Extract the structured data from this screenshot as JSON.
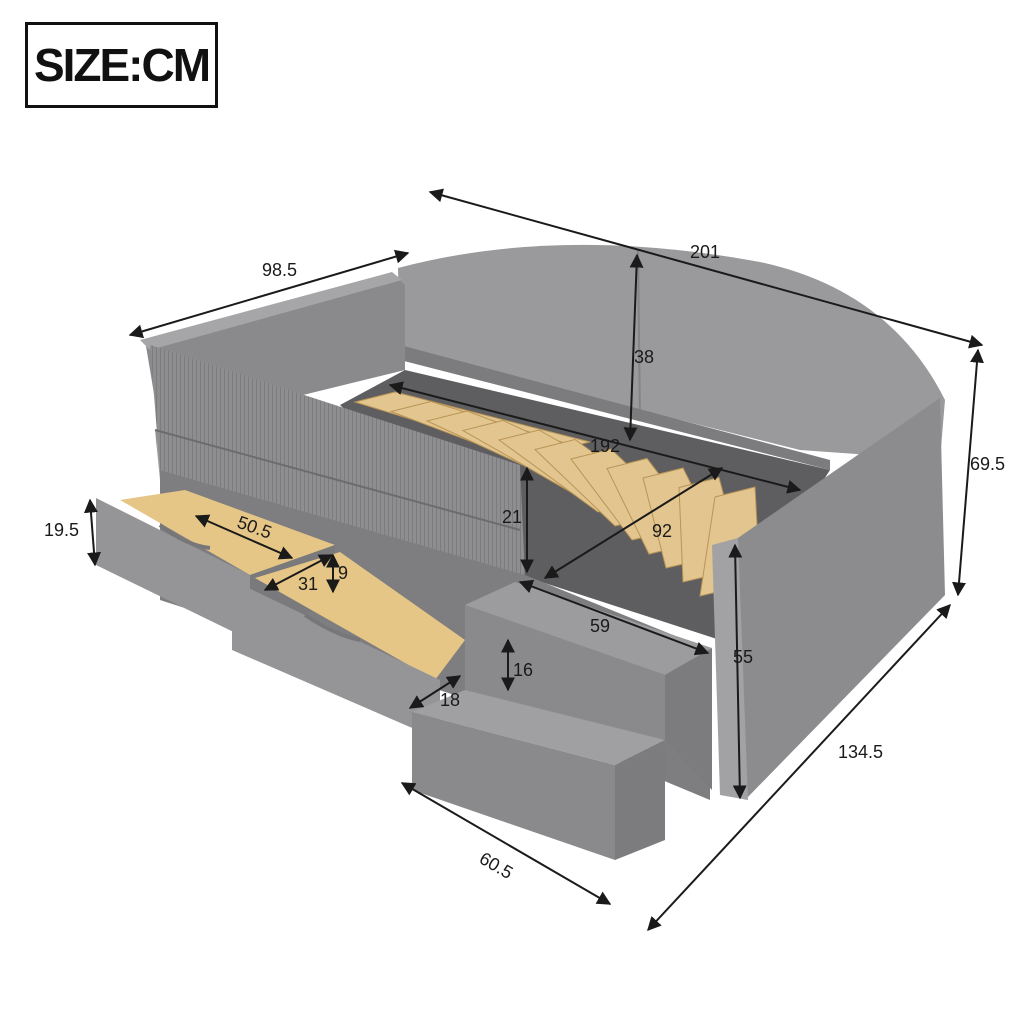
{
  "size_label": "SIZE:CM",
  "colors": {
    "upholstery": "#8d8d8f",
    "upholstery_light": "#a4a4a6",
    "upholstery_dark": "#6f6f71",
    "slat": "#e2c58f",
    "slat_edge": "#b99556",
    "drawer_wood": "#e6c687"
  },
  "dimensions": {
    "total_length": "201",
    "total_depth": "98.5",
    "total_height": "69.5",
    "headboard_height": "38",
    "mattress_length": "192",
    "mattress_width": "92",
    "front_rail_height": "21",
    "side_arm_height": "55",
    "step_depth": "59",
    "step_rise": "16",
    "step_tread": "18",
    "step_width": "60.5",
    "overall_width": "134.5",
    "drawer_height": "19.5",
    "drawer_length": "50.5",
    "drawer_width": "31",
    "drawer_inner_depth": "9"
  }
}
